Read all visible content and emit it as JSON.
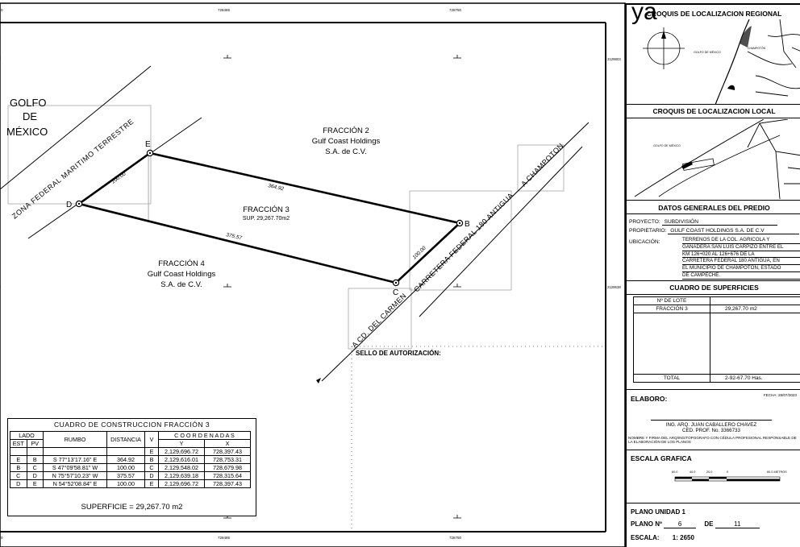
{
  "map": {
    "tick_top": [
      "728485",
      "728750"
    ],
    "tick_bottom": [
      "728485",
      "728750"
    ],
    "tick_right": [
      "2129803",
      "2129538"
    ],
    "corner_top_left": "0",
    "corner_bottom_left": "0",
    "golfo": [
      "GOLFO",
      "DE",
      "MÉXICO"
    ],
    "zona_federal": "ZONA FEDERAL MARITIMO TERRESTRE",
    "carretera": "CARRETERA FEDERAL 180 ANTIGUA",
    "a_champoton": "A CHAMPOTON",
    "a_cd_carmen": "A CD. DEL CARMEN",
    "fraccion2": [
      "FRACCIÓN 2",
      "Gulf Coast Holdings",
      "S.A. de C.V."
    ],
    "fraccion3": [
      "FRACCIÓN 3",
      "SUP. 29,267.70m2"
    ],
    "fraccion4": [
      "FRACCIÓN 4",
      "Gulf Coast Holdings",
      "S.A. de C.V."
    ],
    "vertices": {
      "b": "B",
      "c": "C",
      "d": "D",
      "e": "E"
    },
    "dist_de": "100.00",
    "dist_eb": "364.92",
    "dist_dc": "375.57",
    "dist_cb": "100.00",
    "sello": "SELLO DE AUTORIZACIÓN:"
  },
  "construccion": {
    "title": "CUADRO DE CONSTRUCCION FRACCIÓN 3",
    "h_lado": "LADO",
    "h_est": "EST",
    "h_pv": "PV",
    "h_rumbo": "RUMBO",
    "h_distancia": "DISTANCIA",
    "h_v": "V",
    "h_coord": "C O O R D E N A D A S",
    "h_y": "Y",
    "h_x": "X",
    "first_row": {
      "v": "E",
      "y": "2,129,696.72",
      "x": "728,397.43"
    },
    "rows": [
      {
        "est": "E",
        "pv": "B",
        "rumbo": "S 77°13'17.16\" E",
        "dist": "364.92",
        "v": "B",
        "y": "2,129,616.01",
        "x": "728,753.31"
      },
      {
        "est": "B",
        "pv": "C",
        "rumbo": "S 47°09'58.81\" W",
        "dist": "100.00",
        "v": "C",
        "y": "2,129,548.02",
        "x": "728,679.98"
      },
      {
        "est": "C",
        "pv": "D",
        "rumbo": "N 75°57'10.23\" W",
        "dist": "375.57",
        "v": "D",
        "y": "2,129,639.18",
        "x": "728,315.64"
      },
      {
        "est": "D",
        "pv": "E",
        "rumbo": "N 54°52'08.84\" E",
        "dist": "100.00",
        "v": "E",
        "y": "2,129,696.72",
        "x": "728,397.43"
      }
    ],
    "superficie": "SUPERFICIE = 29,267.70 m2"
  },
  "panel": {
    "croquis_regional": "CROQUIS DE LOCALIZACION REGIONAL",
    "logo_text": "ya",
    "regional_golfo": "GOLFO DE MÉXICO",
    "regional_place": "CHAMPOTÓN",
    "croquis_local": "CROQUIS DE LOCALIZACION LOCAL",
    "local_golfo": "GOLFO DE MÉXICO",
    "datos_generales": "DATOS GENERALES DEL PREDIO",
    "proyecto_label": "PROYECTO:",
    "proyecto_value": "SUBDIVISIÓN",
    "propietario_label": "PROPIETARIO:",
    "propietario_value": "GULF COAST HOLDINGS S.A. DE C.V",
    "ubicacion_label": "UBICACIÓN:",
    "ubicacion_lines": [
      "TERRENOS DE LA COL. AGRICOLA Y",
      "GANADERA SAN LUIS CARPIZO ENTRE EL",
      "KM 126+020 AL 126+676 DE LA",
      "CARRETERA FEDERAL 180 ANTIGUA, EN",
      "EL MUNICIPIO DE CHAMPOTÓN, ESTADO",
      "DE CAMPECHE."
    ],
    "cuadro_superficies": "CUADRO DE SUPERFICIES",
    "no_lote": "Nº DE LOTE",
    "lote_name": "FRACCIÓN 3",
    "lote_area": "29,267.70 m2",
    "total_label": "TOTAL",
    "total_value": "2-92-67.70 Has.",
    "elaboro": "ELABORO:",
    "fecha": "FECHA: 28/07/2023",
    "ing_name": "ING. ARQ. JUAN CABALLERO CHAVEZ",
    "ced": "CED. PROF. No. 3366733",
    "firma_note": "NOMBRE Y FIRMA DEL ARQ/ING/TOPOGRAFO CON CÉDULA PROFESIONAL RESPONSABLE DE LA ELABORACIÓN DE LOS PLANOS",
    "escala_grafica": "ESCALA GRAFICA",
    "scale_ticks": [
      "60.0",
      "40.0",
      "20.0",
      "0",
      "60.0 METROS"
    ],
    "plano_unidad": "PLANO UNIDAD 1",
    "plano_no_label": "PLANO Nº",
    "plano_no": "6",
    "de_label": "DE",
    "plano_total": "11",
    "escala_label": "ESCALA:",
    "escala_value": "1: 2650"
  }
}
